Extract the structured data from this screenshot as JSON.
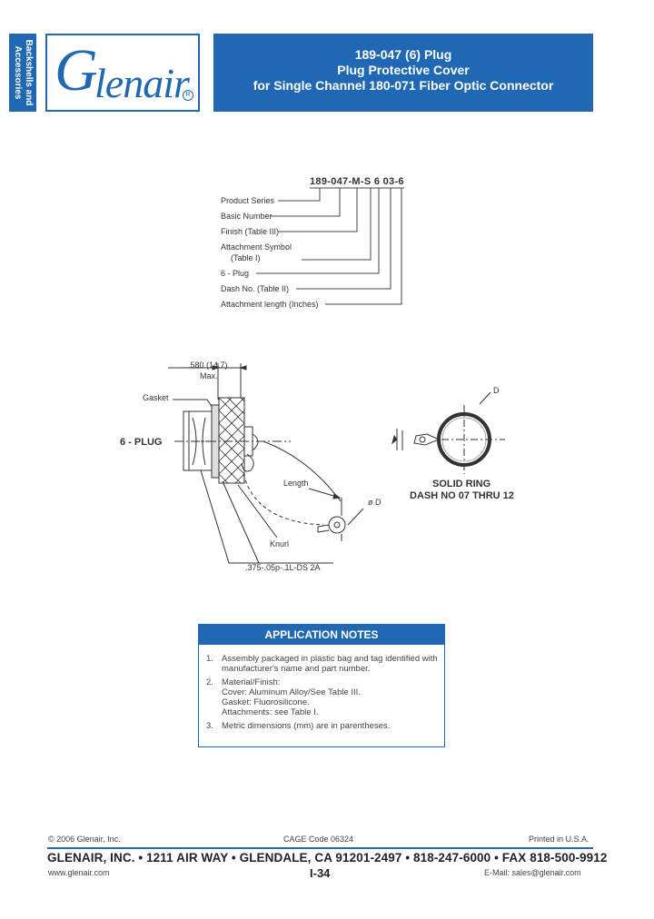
{
  "side_tab": {
    "line1": "Backshells and",
    "line2": "Accessories"
  },
  "logo": {
    "g": "G",
    "rest": "lenair",
    "registered": "R"
  },
  "title": {
    "line1": "189-047 (6) Plug",
    "line2": "Plug Protective Cover",
    "line3": "for Single Channel 180-071 Fiber Optic Connector"
  },
  "part_number": {
    "code": "189-047-M-S 6 03-6",
    "labels": [
      "Product Series",
      "Basic Number",
      "Finish (Table III)",
      "Attachment Symbol",
      "(Table I)",
      "6 - Plug",
      "Dash No. (Table II)",
      "Attachment length (Inches)"
    ]
  },
  "drawing": {
    "dim_top": ".580 (14.7)",
    "dim_top_sub": "Max.",
    "gasket": "Gasket",
    "plug_label": "6 - PLUG",
    "length": "Length",
    "dia_d": "ø D",
    "knurl": "Knurl",
    "thread": ".375-.05p-.1L-DS 2A",
    "ring_d": "D",
    "ring_title1": "SOLID RING",
    "ring_title2": "DASH NO 07 THRU 12"
  },
  "notes": {
    "heading": "APPLICATION NOTES",
    "items": [
      {
        "num": "1.",
        "lines": [
          "Assembly packaged in plastic bag and tag identified with",
          "manufacturer's name and part number."
        ]
      },
      {
        "num": "2.",
        "lines": [
          "Material/Finish:",
          "Cover: Aluminum Alloy/See Table III.",
          "Gasket: Fluorosilicone.",
          "Attachments:  see Table I."
        ]
      },
      {
        "num": "3.",
        "lines": [
          "Metric dimensions (mm) are in parentheses."
        ]
      }
    ]
  },
  "footer": {
    "copyright": "© 2006 Glenair, Inc.",
    "cage": "CAGE Code 06324",
    "printed": "Printed in U.S.A.",
    "address": "GLENAIR, INC. • 1211 AIR WAY • GLENDALE, CA 91201-2497 • 818-247-6000 • FAX 818-500-9912",
    "website": "www.glenair.com",
    "page": "I-34",
    "email": "E-Mail: sales@glenair.com"
  }
}
